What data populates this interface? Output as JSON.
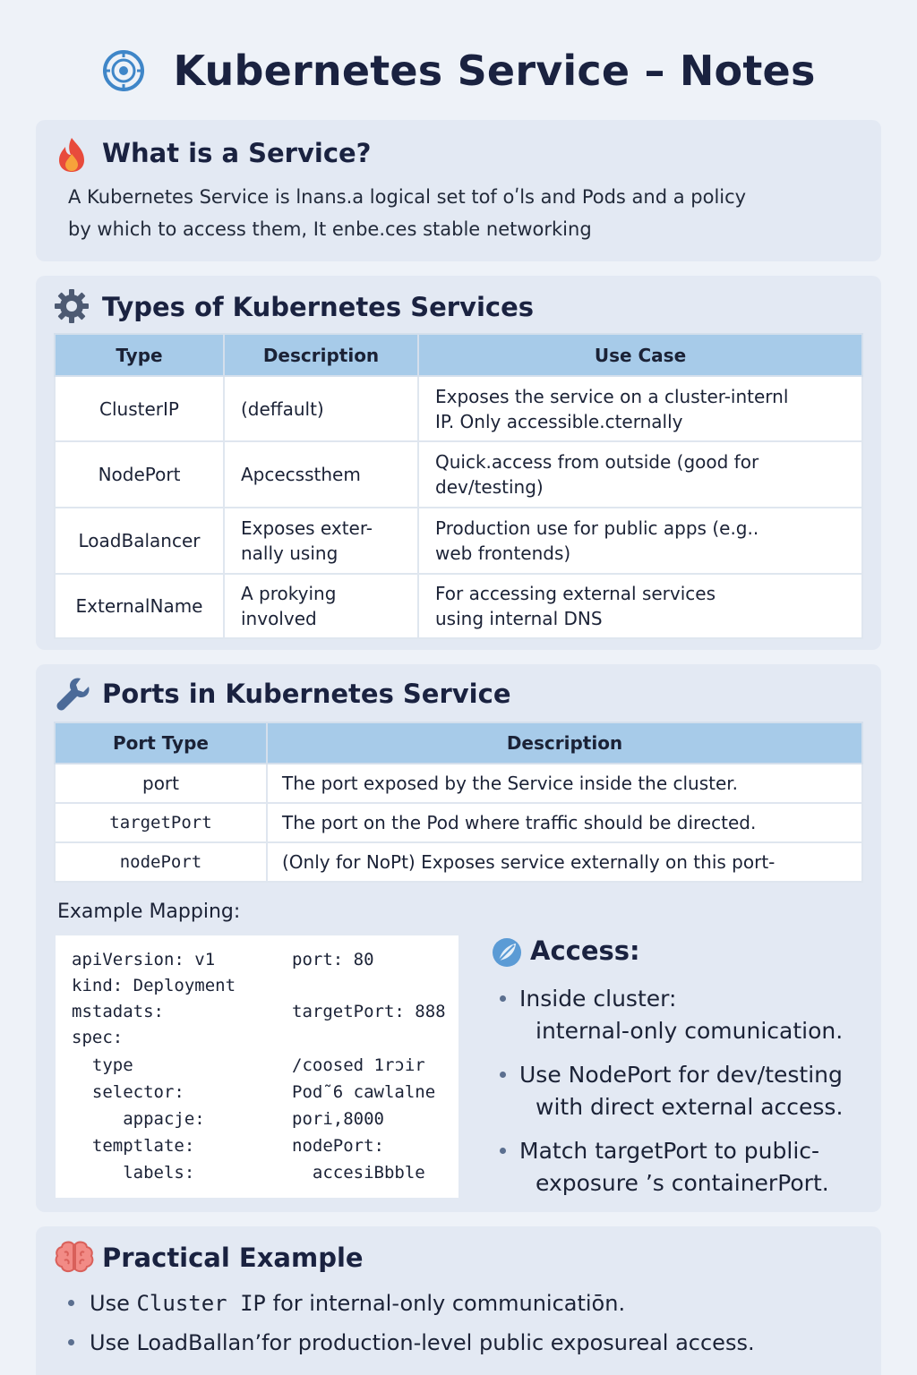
{
  "title": "Kubernetes Service – Notes",
  "what_is": {
    "heading": "What is a Service?",
    "lines": [
      "A Kubernetes Service is lnans.a logical set tof oʹls and Pods and a policy",
      "by which to access them, It enbe.ces stable networking"
    ]
  },
  "types": {
    "heading": "Types of Kubernetes Services",
    "columns": [
      "Type",
      "Description",
      "Use Case"
    ],
    "rows": [
      {
        "type": "ClusterIP",
        "desc": [
          "(deffault)"
        ],
        "use": [
          "Exposes the service on a cluster-internl",
          "IP. Only accessible.cternally"
        ]
      },
      {
        "type": "NodePort",
        "desc": [
          "Apcecssthem"
        ],
        "use": [
          "Quick.access from outside (good for",
          "dev/testing)"
        ]
      },
      {
        "type": "LoadBalancer",
        "desc": [
          "Exposes exter-",
          "nally using"
        ],
        "use": [
          "Production use for public apps (e.g..",
          "web frontends)"
        ]
      },
      {
        "type": "ExternalName",
        "desc": [
          "A prokying",
          "involved"
        ],
        "use": [
          "For accessing external services",
          "using internal DNS"
        ]
      }
    ]
  },
  "ports": {
    "heading": "Ports in Kubernetes Service",
    "columns": [
      "Port Type",
      "Description"
    ],
    "rows": [
      {
        "name": "port",
        "desc": "The port exposed by the Service inside the cluster."
      },
      {
        "name": "targetPort",
        "desc": "The port on the Pod where traffic should be directed."
      },
      {
        "name": "nodePort",
        "desc": "(Only for NoPt) Exposes service externally on this port-"
      }
    ],
    "example_label": "Example Mapping:",
    "code_left": [
      "apiVersion: v1",
      "kind: Deployment",
      "mstadats:",
      "spec:",
      "  type",
      "  selector:",
      "     appacje:",
      "  temptlate:",
      "     labels:"
    ],
    "code_right": [
      "port: 80",
      "",
      "targetPort: 888",
      "",
      "/coosed 1rɔir",
      "Pod˜6 cawlalne",
      "pori,8000",
      "nodePort:",
      "  accesiBbble"
    ]
  },
  "access": {
    "heading": "Access:",
    "items": [
      [
        "Inside cluster:",
        "internal-only comunication."
      ],
      [
        "Use NodePort for dev/testing",
        "with direct external access."
      ],
      [
        "Match targetPort to public-",
        "exposure ’s containerPort."
      ]
    ]
  },
  "practical": {
    "heading": "Practical Example",
    "items": [
      {
        "code": "Cluster IP",
        "text": "for internal-only communicatiōn."
      },
      {
        "code": "",
        "text": "Use LoadBallanʼfor production-level public exposureal access."
      }
    ],
    "item1_prefix": "Use"
  },
  "colors": {
    "background": "#eef2f8",
    "panel": "#e3e9f3",
    "table_header": "#a7cbe9",
    "title_text": "#1a2240"
  },
  "icons": [
    "kubernetes-target-icon",
    "flame-icon",
    "gear-icon",
    "wrench-icon",
    "leaf-icon",
    "brain-icon"
  ]
}
